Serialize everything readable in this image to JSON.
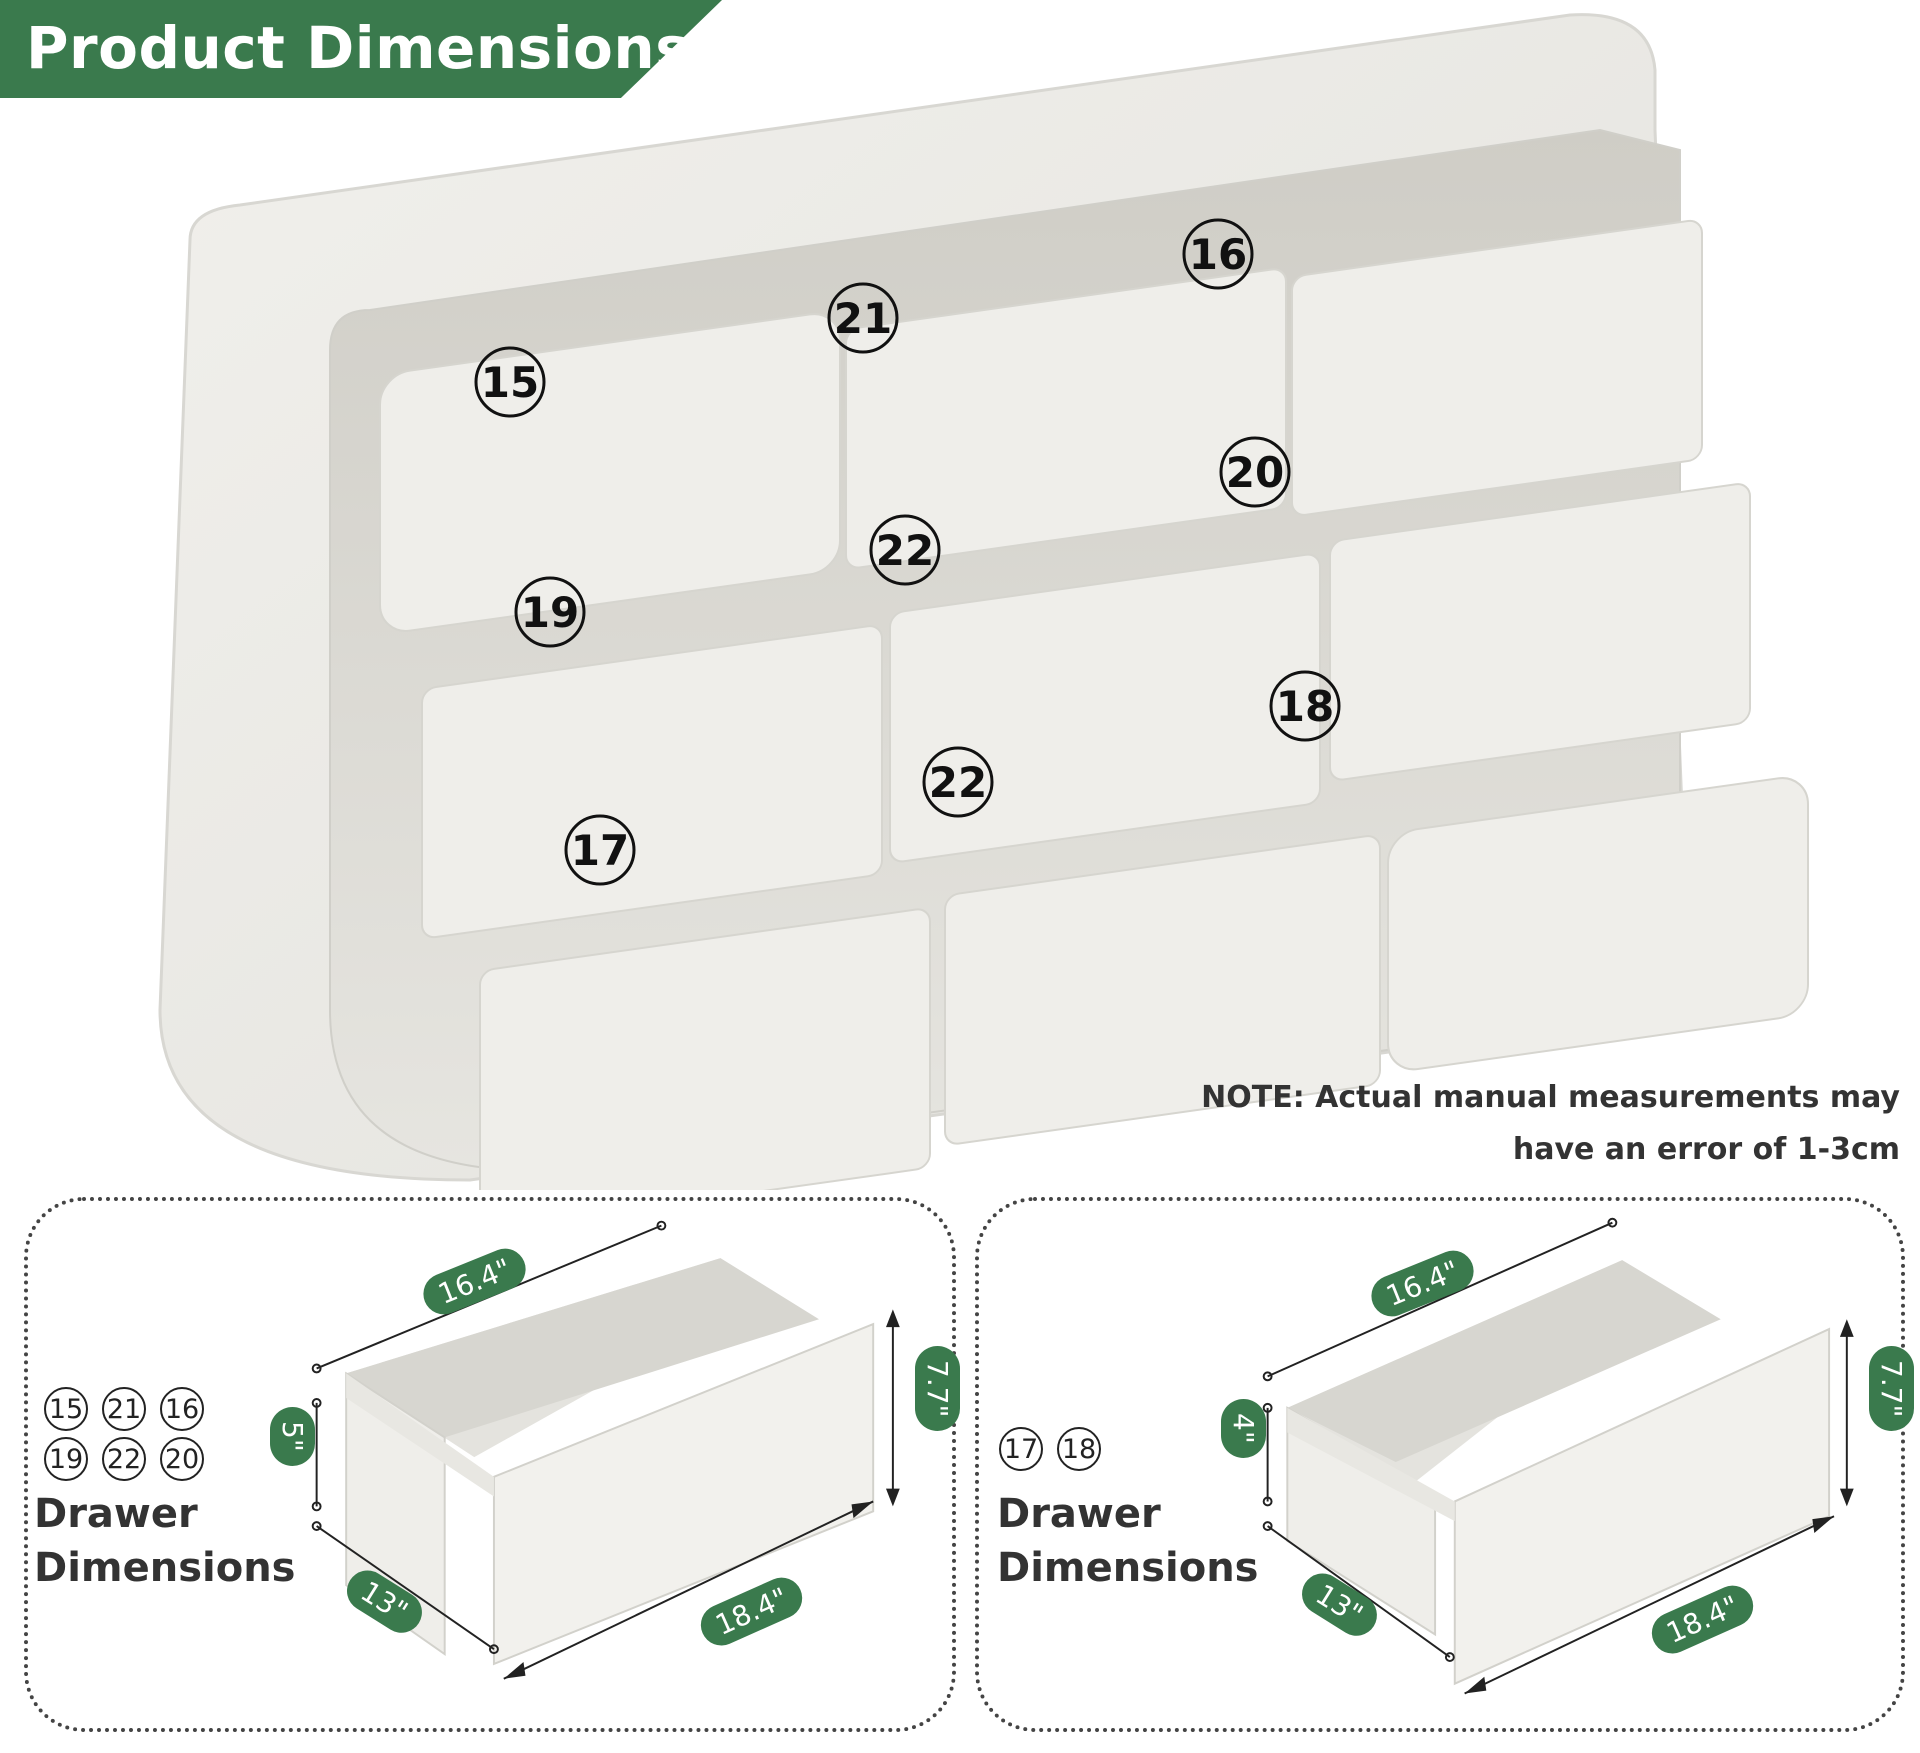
{
  "banner": {
    "title": "Product Dimensions"
  },
  "dresser": {
    "drawers": [
      {
        "label": "15"
      },
      {
        "label": "21"
      },
      {
        "label": "16"
      },
      {
        "label": "19"
      },
      {
        "label": "22"
      },
      {
        "label": "20"
      },
      {
        "label": "17"
      },
      {
        "label": "22"
      },
      {
        "label": "18"
      }
    ]
  },
  "note": {
    "line1": "NOTE: Actual manual measurements may",
    "line2": "have an error of 1-3cm"
  },
  "panels": [
    {
      "badges": [
        "15",
        "21",
        "16",
        "19",
        "22",
        "20"
      ],
      "title_line1": "Drawer",
      "title_line2": "Dimensions",
      "width": "16.4\"",
      "height_front": "7.7\"",
      "height_side": "5\"",
      "depth": "13\"",
      "length": "18.4\""
    },
    {
      "badges": [
        "17",
        "18"
      ],
      "title_line1": "Drawer",
      "title_line2": "Dimensions",
      "width": "16.4\"",
      "height_front": "7.7\"",
      "height_side": "4\"",
      "depth": "13\"",
      "length": "18.4\""
    }
  ],
  "colors": {
    "accent": "#3a7a4d",
    "wood": "#ecebe7",
    "text": "#333333"
  }
}
